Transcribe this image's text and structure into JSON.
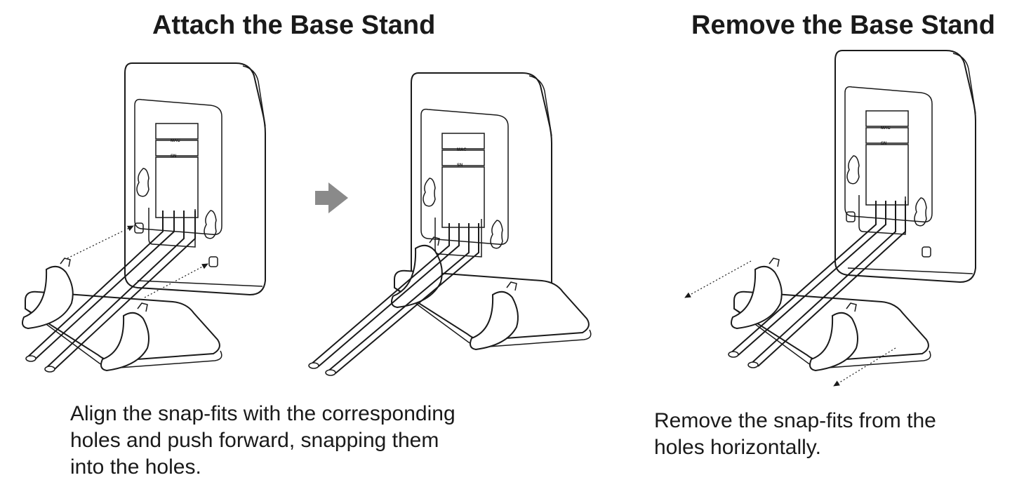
{
  "attach": {
    "title": "Attach the Base Stand",
    "caption_lines": [
      "Align the snap-fits with the corresponding",
      "holes and push forward, snapping them",
      "into the holes."
    ]
  },
  "remove": {
    "title": "Remove the Base Stand",
    "caption_lines": [
      "Remove the snap-fits from the",
      "holes horizontally."
    ]
  },
  "labels": {
    "mac": "MAC",
    "sn": "SN"
  },
  "colors": {
    "line": "#1a1a1a",
    "arrow": "#8a8a8a",
    "background": "#ffffff"
  },
  "icons": {
    "step_arrow": "right-arrow-icon",
    "direction_arrow": "dotted-arrow-icon"
  }
}
